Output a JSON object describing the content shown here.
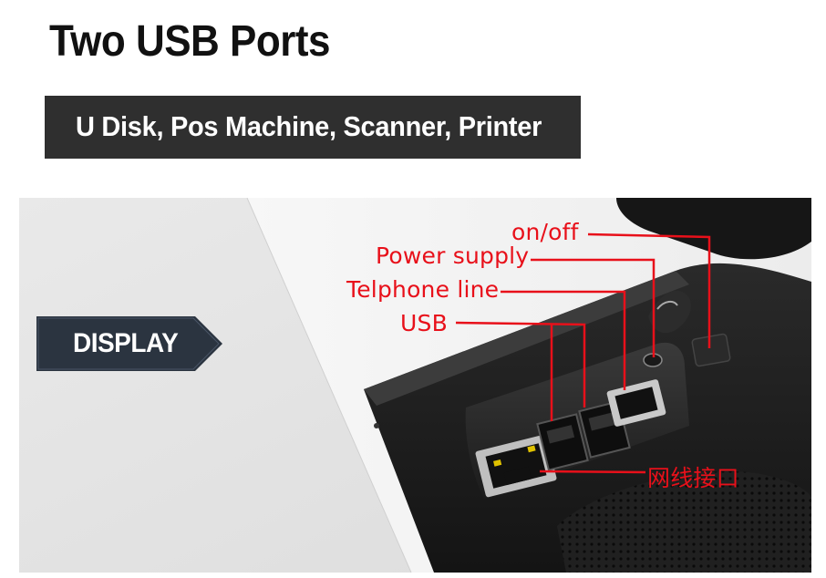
{
  "headline": "Two USB Ports",
  "banner": "U Disk,  Pos Machine,  Scanner,  Printer",
  "display_tag": "DISPLAY",
  "callouts": {
    "on_off": "on/off",
    "power_supply": "Power supply",
    "telephone_line": "Telphone line",
    "usb": "USB",
    "network_port": "网线接口"
  },
  "colors": {
    "callout": "#e8101a",
    "banner_bg": "#2f2f2f",
    "tag_bg": "#2b3440"
  }
}
